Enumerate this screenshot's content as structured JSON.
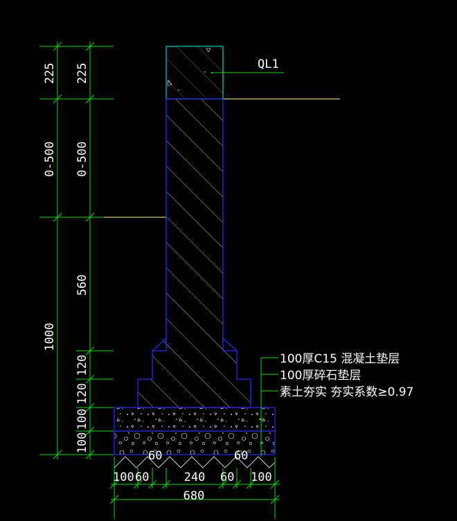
{
  "beam_label": "QL1",
  "vertical_dims_outer": {
    "top": "225",
    "upper": "0-500",
    "lower": "1000"
  },
  "vertical_dims_inner": {
    "top": "225",
    "upper": "0-500",
    "wall": "560",
    "step1": "120",
    "step2": "120",
    "concrete": "100",
    "gravel": "100"
  },
  "bottom_dims": {
    "left_100": "100",
    "left_60": "60",
    "wall_240": "240",
    "right_60": "60",
    "right_100": "100",
    "total": "680"
  },
  "step_labels": {
    "left": "60",
    "right": "60"
  },
  "notes": [
    "100厚C15 混凝土垫层",
    "100厚碎石垫层",
    "素土夯实  夯实系数≥0.97"
  ],
  "colors": {
    "background": "#000000",
    "dimension": "#00e000",
    "outline": "#2a2aff",
    "beam": "#00d0d0",
    "grade_line": "#ffff66",
    "text": "#ffffff"
  }
}
